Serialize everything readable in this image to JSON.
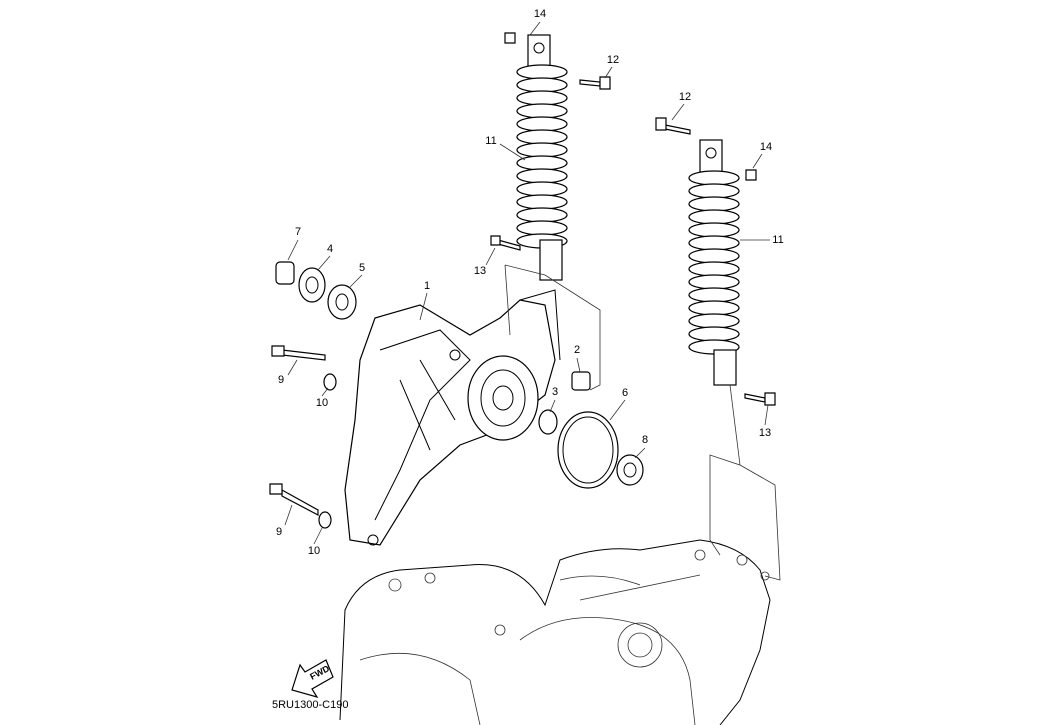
{
  "callouts": [
    "14",
    "12",
    "12",
    "14",
    "11",
    "11",
    "7",
    "4",
    "5",
    "1",
    "13",
    "2",
    "9",
    "10",
    "3",
    "6",
    "8",
    "13",
    "9",
    "10"
  ],
  "fwd_label": "FWD",
  "diagram_code": "5RU1300-C190"
}
